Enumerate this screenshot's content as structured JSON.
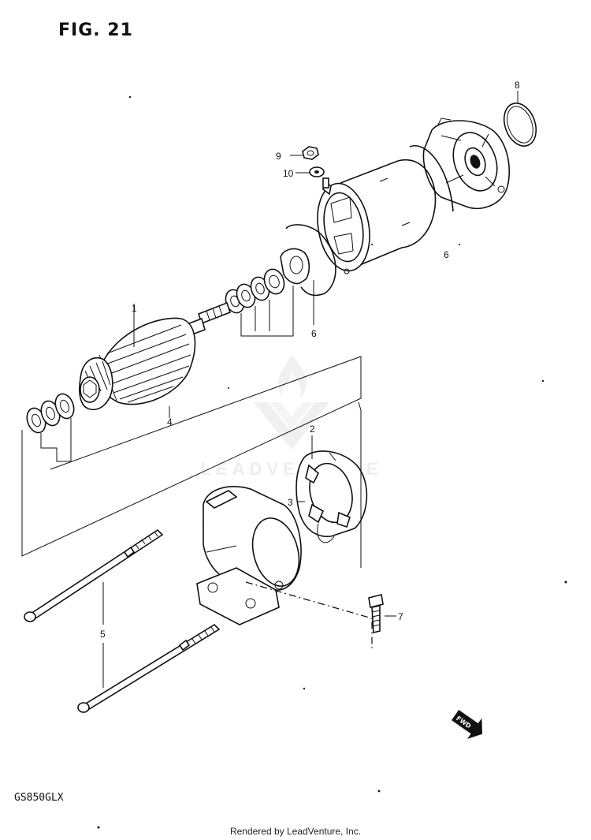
{
  "figure_title": "FIG. 21",
  "model_code": "GS850GLX",
  "footer_text": "Rendered by LeadVenture, Inc.",
  "watermark_text": "LEADVENTURE",
  "fwd_label": "FWD",
  "callouts": [
    "1",
    "2",
    "3",
    "4",
    "5",
    "6",
    "6",
    "7",
    "8",
    "9",
    "10"
  ],
  "icons": {
    "direction_arrow": "fwd-arrow-icon",
    "watermark_logo": "leadventure-logo-icon"
  }
}
